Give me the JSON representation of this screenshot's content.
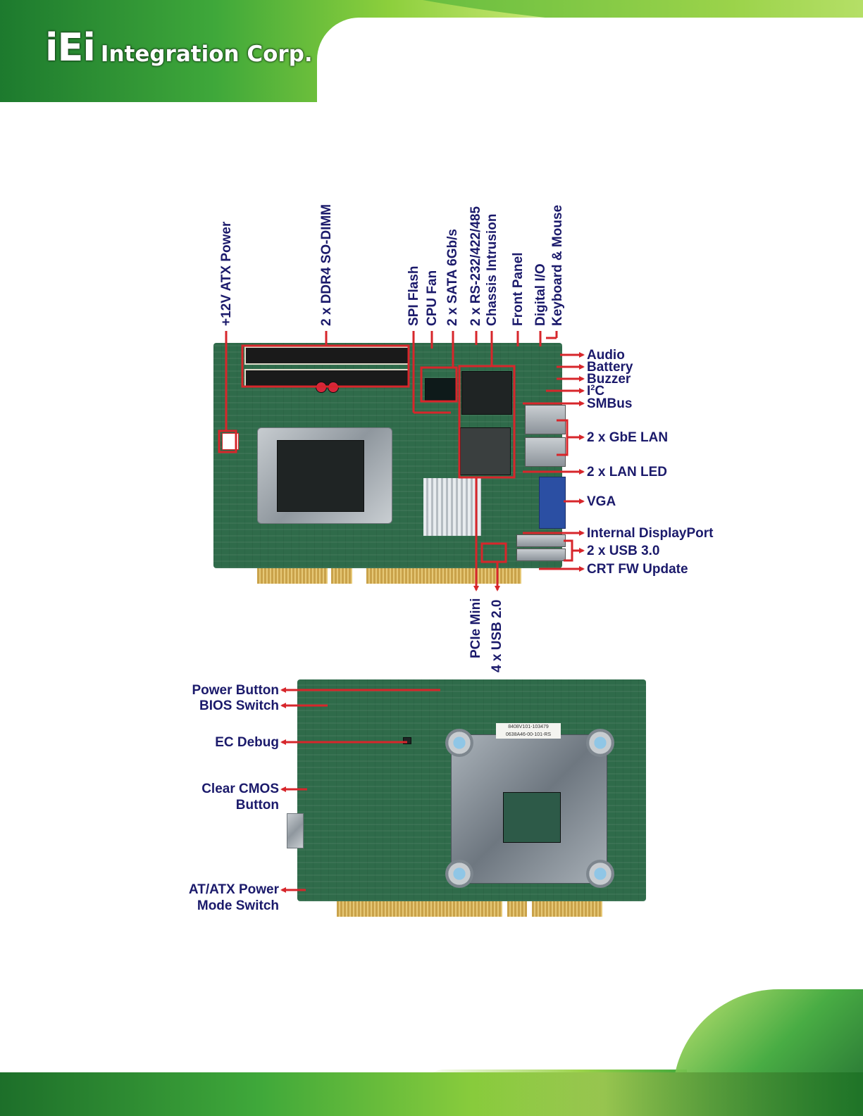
{
  "logo": {
    "brand": "iEi",
    "name": "Integration Corp."
  },
  "top_labels_vertical": [
    {
      "id": "atx-power",
      "text": "+12V ATX Power"
    },
    {
      "id": "ddr4",
      "text": "2 x DDR4 SO-DIMM"
    },
    {
      "id": "spi-flash",
      "text": "SPI Flash"
    },
    {
      "id": "cpu-fan",
      "text": "CPU Fan"
    },
    {
      "id": "sata",
      "text": "2 x SATA 6Gb/s"
    },
    {
      "id": "rs232",
      "text": "2 x RS-232/422/485"
    },
    {
      "id": "chassis",
      "text": "Chassis Intrusion"
    },
    {
      "id": "front-panel",
      "text": "Front Panel"
    },
    {
      "id": "digital-io",
      "text": "Digital I/O"
    },
    {
      "id": "keyboard",
      "text": "Keyboard & Mouse"
    }
  ],
  "right_labels": [
    {
      "id": "audio",
      "text": "Audio"
    },
    {
      "id": "battery",
      "text": "Battery"
    },
    {
      "id": "buzzer",
      "text": "Buzzer"
    },
    {
      "id": "i2c",
      "text": "I",
      "sup": "2",
      "suffix": "C"
    },
    {
      "id": "smbus",
      "text": "SMBus"
    },
    {
      "id": "gbe-lan",
      "text": "2 x GbE LAN"
    },
    {
      "id": "lan-led",
      "text": "2 x LAN LED"
    },
    {
      "id": "vga",
      "text": "VGA"
    },
    {
      "id": "dp",
      "text": "Internal DisplayPort"
    },
    {
      "id": "usb30",
      "text": "2 x USB 3.0"
    },
    {
      "id": "crt-fw",
      "text": "CRT FW Update"
    }
  ],
  "bottom_labels_vertical": [
    {
      "id": "pcie-mini",
      "text": "PCIe Mini"
    },
    {
      "id": "usb20",
      "text": "4 x USB 2.0"
    }
  ],
  "left_labels": [
    {
      "id": "power-button",
      "text": "Power Button"
    },
    {
      "id": "bios-switch",
      "text": "BIOS Switch"
    },
    {
      "id": "ec-debug",
      "text": "EC Debug"
    },
    {
      "id": "clear-cmos-1",
      "text": "Clear CMOS"
    },
    {
      "id": "clear-cmos-2",
      "text": "Button"
    },
    {
      "id": "atx-mode-1",
      "text": "AT/ATX Power"
    },
    {
      "id": "atx-mode-2",
      "text": "Mode Switch"
    }
  ],
  "board_sticker": {
    "line1": "8408V101-103479",
    "line2": "0638A46-00-101-RS"
  },
  "colors": {
    "label": "#1b1a6b",
    "callout": "#d7262b",
    "pcb": "#2f6b4a"
  }
}
